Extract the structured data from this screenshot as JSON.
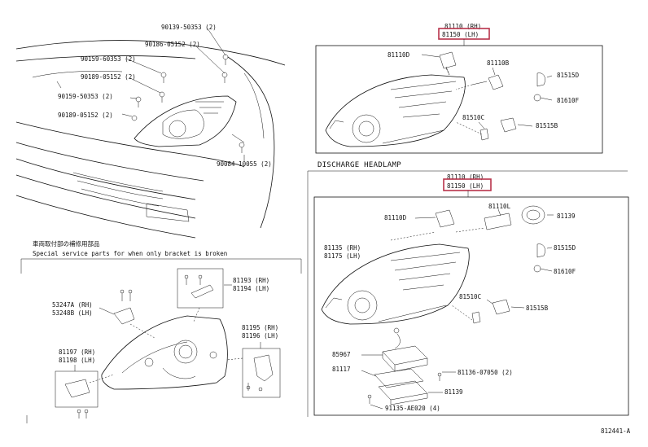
{
  "diagram_id": "812441-A",
  "top_left": {
    "labels": [
      "90139-50353 (2)",
      "90186-05152 (2)",
      "90159-60353 (2)",
      "90189-05152 (2)",
      "90159-50353 (2)",
      "90189-05152 (2)",
      "90084-10055 (2)"
    ]
  },
  "top_right": {
    "header_rh": "81110 (RH)",
    "header_lh": "81150 (LH)",
    "labels": [
      "81110D",
      "81110B",
      "81515D",
      "81610F",
      "81510C",
      "81515B"
    ]
  },
  "discharge": {
    "title": "DISCHARGE HEADLAMP",
    "header_rh": "81110 (RH)",
    "header_lh": "81150 (LH)",
    "labels": [
      "81110L",
      "81139",
      "81110D",
      "81135 (RH)",
      "81175 (LH)",
      "81515D",
      "81610F",
      "81510C",
      "81515B",
      "85967",
      "81117",
      "81136-07050 (2)",
      "81139",
      "91135-AE020 (4)"
    ]
  },
  "service": {
    "jp_note": "車両取付部の補修用部品",
    "en_note": "Special service parts for when only bracket is broken",
    "labels": [
      "53247A (RH)",
      "53248B (LH)",
      "81193 (RH)",
      "81194 (LH)",
      "81195 (RH)",
      "81196 (LH)",
      "81197 (RH)",
      "81198 (LH)"
    ]
  }
}
